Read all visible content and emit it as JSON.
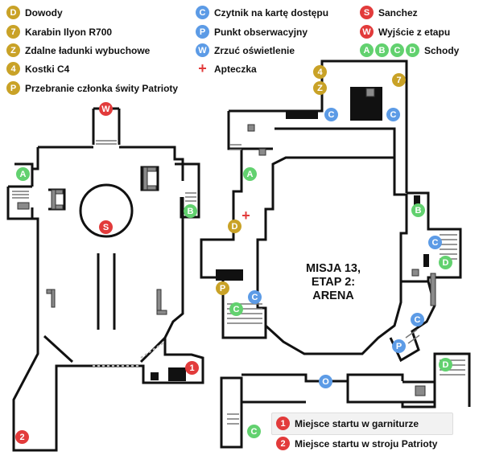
{
  "legend": {
    "items": [
      {
        "key": "D",
        "label": "Dowody",
        "color": "gold"
      },
      {
        "key": "7",
        "label": "Karabin Ilyon R700",
        "color": "gold"
      },
      {
        "key": "Z",
        "label": "Zdalne ładunki wybuchowe",
        "color": "gold"
      },
      {
        "key": "4",
        "label": "Kostki C4",
        "color": "gold"
      },
      {
        "key": "P",
        "label": "Przebranie członka świty Patrioty",
        "color": "gold"
      },
      {
        "key": "C",
        "label": "Czytnik na kartę dostępu",
        "color": "blue"
      },
      {
        "key": "P",
        "label": "Punkt obserwacyjny",
        "color": "blue"
      },
      {
        "key": "W",
        "label": "Zrzuć oświetlenie",
        "color": "blue"
      },
      {
        "key": "+",
        "label": "Apteczka",
        "color": "red-cross"
      },
      {
        "key": "S",
        "label": "Sanchez",
        "color": "red"
      },
      {
        "key": "W",
        "label": "Wyjście z etapu",
        "color": "red"
      },
      {
        "keys": [
          "A",
          "B",
          "C",
          "D"
        ],
        "label": "Schody",
        "color": "green"
      }
    ]
  },
  "title": {
    "line1": "MISJA 13,",
    "line2": "ETAP 2:",
    "line3": "ARENA"
  },
  "start_legend": [
    {
      "key": "1",
      "label": "Miejsce startu w garniturze"
    },
    {
      "key": "2",
      "label": "Miejsce startu w stroju Patrioty"
    }
  ],
  "map_markers": {
    "exit_w": "W",
    "sanchez": "S",
    "stairs_a": "A",
    "stairs_b": "B",
    "stairs_c": "C",
    "stairs_d": "D",
    "gold_4": "4",
    "gold_z": "Z",
    "gold_7": "7",
    "gold_d": "D",
    "gold_p": "P",
    "blue_c": "C",
    "blue_p": "P",
    "blue_o": "O",
    "start_1": "1",
    "start_2": "2"
  },
  "colors": {
    "gold": "#c9a227",
    "blue": "#5c9be6",
    "red": "#e23b3b",
    "green": "#62d16f",
    "wall": "#111111",
    "stairs": "#888888"
  }
}
